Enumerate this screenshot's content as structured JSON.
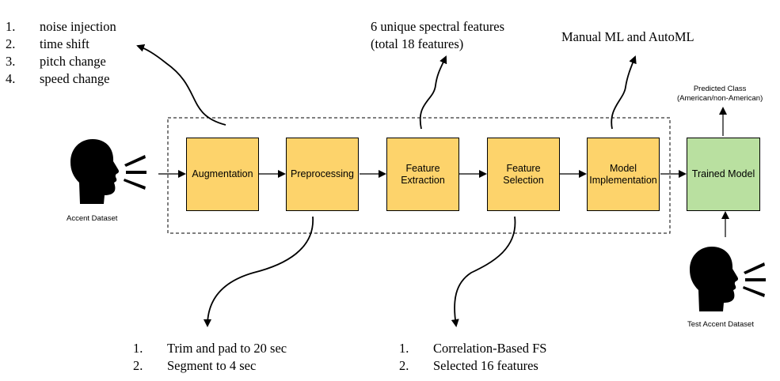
{
  "augmentation_list": [
    {
      "num": "1.",
      "text": "noise injection"
    },
    {
      "num": "2.",
      "text": "time shift"
    },
    {
      "num": "3.",
      "text": "pitch change"
    },
    {
      "num": "4.",
      "text": "speed change"
    }
  ],
  "spectral_note": {
    "line1": "6 unique spectral features",
    "line2": "(total 18 features)"
  },
  "ml_note": "Manual ML and AutoML",
  "pipeline": {
    "augmentation": "Augmentation",
    "preprocessing": "Preprocessing",
    "feature_extraction": [
      "Feature",
      "Extraction"
    ],
    "feature_selection": [
      "Feature",
      "Selection"
    ],
    "model_implementation": [
      "Model",
      "Implementation"
    ],
    "trained_model": "Trained Model"
  },
  "accent_dataset_label": "Accent Dataset",
  "test_dataset_label": "Test Accent Dataset",
  "predicted_class": {
    "line1": "Predicted Class",
    "line2": "(American/non-American)"
  },
  "preprocessing_list": [
    {
      "num": "1.",
      "text": "Trim and pad to 20 sec"
    },
    {
      "num": "2.",
      "text": "Segment to 4 sec"
    }
  ],
  "selection_list": [
    {
      "num": "1.",
      "text": "Correlation-Based FS"
    },
    {
      "num": "2.",
      "text": "Selected 16 features"
    }
  ],
  "colors": {
    "step_box": "#fdd36b",
    "trained_box": "#b9e0a0"
  }
}
